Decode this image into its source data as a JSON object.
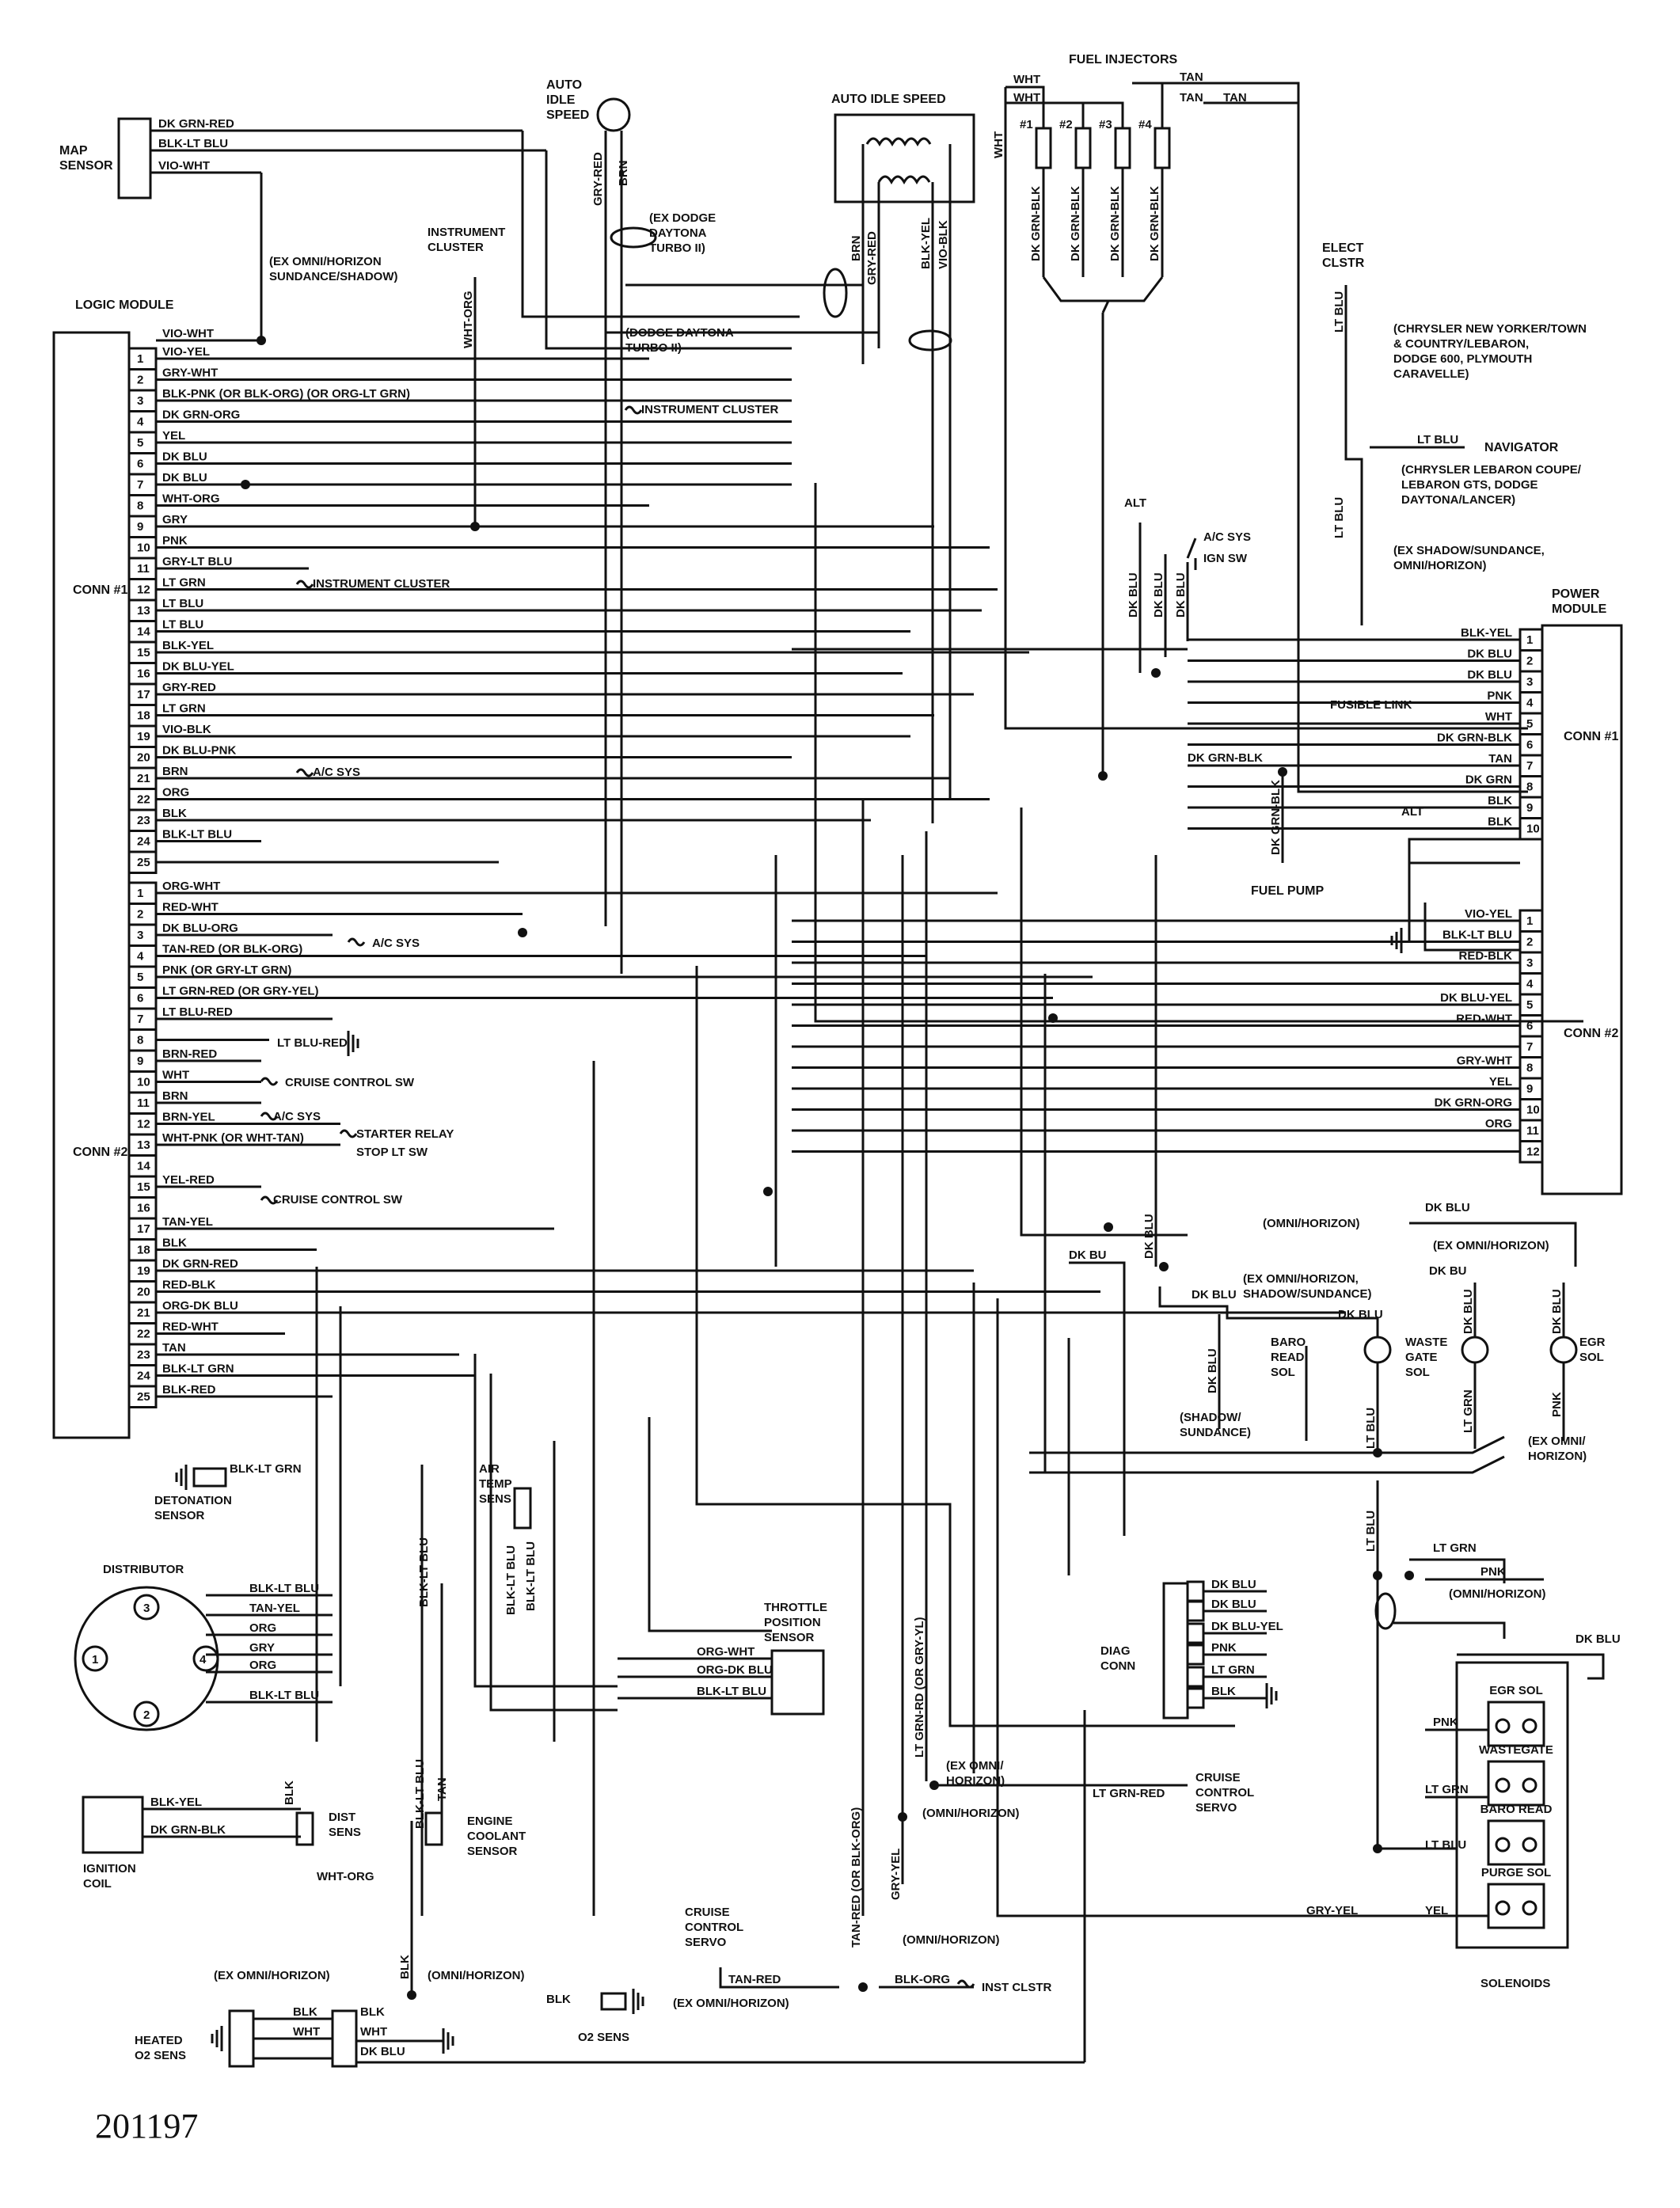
{
  "figure_number": "201197",
  "components": {
    "map_sensor": "MAP SENSOR",
    "logic_module": "LOGIC MODULE",
    "auto_idle_speed_top": "AUTO IDLE SPEED",
    "auto_idle_speed_box": "AUTO IDLE SPEED",
    "fuel_injectors": "FUEL INJECTORS",
    "elect_clstr": "ELECT CLSTR",
    "power_module": "POWER MODULE",
    "instrument_cluster": "INSTRUMENT CLUSTER",
    "detonation_sensor": "DETONATION SENSOR",
    "distributor": "DISTRIBUTOR",
    "ignition_coil": "IGNITION COIL",
    "heated_o2_sens": "HEATED O2 SENS",
    "o2_sens": "O2 SENS",
    "dist_sens": "DIST SENS",
    "engine_coolant_sensor": "ENGINE COOLANT SENSOR",
    "air_temp_sens": "AIR TEMP SENS",
    "throttle_position_sensor": "THROTTLE POSITION SENSOR",
    "cruise_control_servo_bottom": "CRUISE CONTROL SERVO",
    "cruise_control_servo_right": "CRUISE CONTROL SERVO",
    "diag_conn": "DIAG CONN",
    "solenoids": "SOLENOIDS",
    "baro_read_sol": "BARO READ SOL",
    "waste_gate_sol": "WASTE GATE SOL",
    "egr_sol_top": "EGR SOL",
    "fuel_pump": "FUEL PUMP",
    "fusible_link": "FUSIBLE LINK"
  },
  "connectors": {
    "lm_conn1": "CONN #1",
    "lm_conn2": "CONN #2",
    "pm_conn1": "CONN #1",
    "pm_conn2": "CONN #2"
  },
  "map_sensor_wires": [
    "DK GRN-RED",
    "BLK-LT BLU",
    "VIO-WHT"
  ],
  "logic_module_conn1": [
    {
      "pin": "1",
      "wire": "VIO-YEL",
      "note": ""
    },
    {
      "pin": "2",
      "wire": "GRY-WHT",
      "note": ""
    },
    {
      "pin": "3",
      "wire": "BLK-PNK (OR BLK-ORG) (OR ORG-LT GRN)",
      "note": ""
    },
    {
      "pin": "4",
      "wire": "DK GRN-ORG",
      "note": "INSTRUMENT CLUSTER"
    },
    {
      "pin": "5",
      "wire": "YEL",
      "note": ""
    },
    {
      "pin": "6",
      "wire": "DK BLU",
      "note": ""
    },
    {
      "pin": "7",
      "wire": "DK BLU",
      "note": ""
    },
    {
      "pin": "8",
      "wire": "WHT-ORG",
      "note": ""
    },
    {
      "pin": "9",
      "wire": "GRY",
      "note": ""
    },
    {
      "pin": "10",
      "wire": "PNK",
      "note": ""
    },
    {
      "pin": "11",
      "wire": "GRY-LT BLU",
      "note": "INSTRUMENT CLUSTER"
    },
    {
      "pin": "12",
      "wire": "LT GRN",
      "note": ""
    },
    {
      "pin": "13",
      "wire": "LT BLU",
      "note": ""
    },
    {
      "pin": "14",
      "wire": "LT BLU",
      "note": ""
    },
    {
      "pin": "15",
      "wire": "BLK-YEL",
      "note": ""
    },
    {
      "pin": "16",
      "wire": "DK BLU-YEL",
      "note": ""
    },
    {
      "pin": "17",
      "wire": "GRY-RED",
      "note": ""
    },
    {
      "pin": "18",
      "wire": "LT GRN",
      "note": ""
    },
    {
      "pin": "19",
      "wire": "VIO-BLK",
      "note": ""
    },
    {
      "pin": "20",
      "wire": "DK BLU-PNK",
      "note": "A/C SYS"
    },
    {
      "pin": "21",
      "wire": "BRN",
      "note": ""
    },
    {
      "pin": "22",
      "wire": "ORG",
      "note": ""
    },
    {
      "pin": "23",
      "wire": "BLK",
      "note": ""
    },
    {
      "pin": "24",
      "wire": "BLK-LT BLU",
      "note": ""
    },
    {
      "pin": "25",
      "wire": "",
      "note": ""
    }
  ],
  "logic_module_conn2": [
    {
      "pin": "1",
      "wire": "ORG-WHT",
      "note": ""
    },
    {
      "pin": "2",
      "wire": "RED-WHT",
      "note": ""
    },
    {
      "pin": "3",
      "wire": "DK BLU-ORG",
      "note": "A/C SYS"
    },
    {
      "pin": "4",
      "wire": "TAN-RED (OR BLK-ORG)",
      "note": ""
    },
    {
      "pin": "5",
      "wire": "PNK (OR GRY-LT GRN)",
      "note": ""
    },
    {
      "pin": "6",
      "wire": "LT GRN-RED (OR GRY-YEL)",
      "note": ""
    },
    {
      "pin": "7",
      "wire": "LT BLU-RED",
      "note": ""
    },
    {
      "pin": "8",
      "wire": "LT BLU-RED",
      "note": "LT BLU-RED"
    },
    {
      "pin": "9",
      "wire": "BRN-RED",
      "note": ""
    },
    {
      "pin": "10",
      "wire": "WHT",
      "note": "CRUISE CONTROL SW"
    },
    {
      "pin": "11",
      "wire": "BRN",
      "note": "A/C SYS"
    },
    {
      "pin": "12",
      "wire": "BRN-YEL",
      "note": "STARTER RELAY"
    },
    {
      "pin": "13",
      "wire": "WHT-PNK (OR WHT-TAN)",
      "note": "STOP LT SW"
    },
    {
      "pin": "14",
      "wire": "",
      "note": ""
    },
    {
      "pin": "15",
      "wire": "YEL-RED",
      "note": "CRUISE CONTROL SW"
    },
    {
      "pin": "16",
      "wire": "",
      "note": ""
    },
    {
      "pin": "17",
      "wire": "TAN-YEL",
      "note": ""
    },
    {
      "pin": "18",
      "wire": "BLK",
      "note": ""
    },
    {
      "pin": "19",
      "wire": "DK GRN-RED",
      "note": ""
    },
    {
      "pin": "20",
      "wire": "RED-BLK",
      "note": ""
    },
    {
      "pin": "21",
      "wire": "ORG-DK BLU",
      "note": ""
    },
    {
      "pin": "22",
      "wire": "RED-WHT",
      "note": ""
    },
    {
      "pin": "23",
      "wire": "TAN",
      "note": ""
    },
    {
      "pin": "24",
      "wire": "BLK-LT GRN",
      "note": ""
    },
    {
      "pin": "25",
      "wire": "BLK-RED",
      "note": ""
    }
  ],
  "power_module_conn1": [
    {
      "pin": "1",
      "wire": "BLK-YEL"
    },
    {
      "pin": "2",
      "wire": "DK BLU"
    },
    {
      "pin": "3",
      "wire": "DK BLU"
    },
    {
      "pin": "4",
      "wire": "PNK"
    },
    {
      "pin": "5",
      "wire": "WHT"
    },
    {
      "pin": "6",
      "wire": "DK GRN-BLK"
    },
    {
      "pin": "7",
      "wire": "TAN"
    },
    {
      "pin": "8",
      "wire": "DK GRN"
    },
    {
      "pin": "9",
      "wire": "BLK"
    },
    {
      "pin": "10",
      "wire": "BLK"
    }
  ],
  "power_module_conn2": [
    {
      "pin": "1",
      "wire": "VIO-YEL"
    },
    {
      "pin": "2",
      "wire": "BLK-LT BLU"
    },
    {
      "pin": "3",
      "wire": "RED-BLK"
    },
    {
      "pin": "4",
      "wire": ""
    },
    {
      "pin": "5",
      "wire": "DK BLU-YEL"
    },
    {
      "pin": "6",
      "wire": "RED-WHT"
    },
    {
      "pin": "7",
      "wire": ""
    },
    {
      "pin": "8",
      "wire": "GRY-WHT"
    },
    {
      "pin": "9",
      "wire": "YEL"
    },
    {
      "pin": "10",
      "wire": "DK GRN-ORG"
    },
    {
      "pin": "11",
      "wire": "ORG"
    },
    {
      "pin": "12",
      "wire": ""
    }
  ],
  "injectors": {
    "numbers": [
      "#1",
      "#2",
      "#3",
      "#4"
    ],
    "wires": [
      "DK GRN-BLK",
      "DK GRN-BLK",
      "DK GRN-BLK",
      "DK GRN-BLK"
    ],
    "wht1": "WHT",
    "wht2": "WHT",
    "wht3": "WHT",
    "tan1": "TAN",
    "tan2": "TAN",
    "tan3": "TAN"
  },
  "aux_wires": {
    "gry_red": "GRY-RED",
    "brn": "BRN",
    "brn2": "BRN",
    "gry_red2": "GRY-RED",
    "blk_yel": "BLK-YEL",
    "vio_blk": "VIO-BLK",
    "wht_org": "WHT-ORG",
    "alt": "ALT",
    "ac_sys": "A/C SYS",
    "ign_sw": "IGN SW",
    "dk_blu_1": "DK BLU",
    "dk_blu_2": "DK BLU",
    "dk_blu_3": "DK BLU",
    "dk_grn_blk": "DK GRN-BLK",
    "dk_grn_blk_v": "DK GRN-BLK",
    "alt2": "ALT",
    "lt_blu_1": "LT BLU",
    "lt_blu_nav": "LT BLU",
    "lt_blu_2": "LT BLU",
    "lt_blu_red": "LT BLU-RED",
    "dk_blu_v": "DK BLU",
    "dk_bu": "DK BU",
    "dk_blu_a": "DK BLU",
    "dk_bu2": "DK BU",
    "dk_blu_b": "DK BLU",
    "dk_blu_c": "DK BLU",
    "dk_blu_v2": "DK BLU",
    "dk_blu_v3": "DK BLU",
    "dk_blu_v4": "DK BLU",
    "lt_blu_v": "LT BLU",
    "lt_grn_v": "LT GRN",
    "pnk_v": "PNK",
    "lt_blu_v2": "LT BLU",
    "lt_grn_r": "LT GRN",
    "pnk_r": "PNK",
    "dk_blu_sol": "DK BLU",
    "pnk_sol": "PNK",
    "lt_grn_sol": "LT GRN",
    "lt_blu_sol": "LT BLU",
    "gry_yel": "GRY-YEL",
    "yel": "YEL",
    "blk_lt_grn_det": "BLK-LT GRN",
    "blk_lt_blu_1": "BLK-LT BLU",
    "tan_yel": "TAN-YEL",
    "org_1": "ORG",
    "gry": "GRY",
    "org_2": "ORG",
    "blk_lt_blu_2": "BLK-LT BLU",
    "blk_yel_coil": "BLK-YEL",
    "dk_grn_blk_coil": "DK GRN-BLK",
    "blk_dist": "BLK",
    "wht_org_dist": "WHT-ORG",
    "blk_lt_blu_v": "BLK-LT BLU",
    "blk_lt_blu_v2": "BLK-LT BLU",
    "tan_v": "TAN",
    "blk_lt_blu_air": "BLK-LT BLU",
    "blk_lt_blu_air2": "BLK-LT BLU",
    "org_wht_tps": "ORG-WHT",
    "org_dk_blu_tps": "ORG-DK BLU",
    "blk_lt_blu_tps": "BLK-LT BLU",
    "tan_red_v": "TAN-RED (OR BLK-ORG)",
    "gry_yel_v": "GRY-YEL",
    "lt_grn_red_v": "LT GRN-RD (OR GRY-YL)",
    "lt_grn_red": "LT GRN-RED",
    "tan_red": "TAN-RED",
    "blk_org": "BLK-ORG",
    "inst_clstr": "INST CLSTR",
    "blk_o2": "BLK",
    "blk_h1": "BLK",
    "blk_h2": "BLK",
    "wht_h1": "WHT",
    "wht_h2": "WHT",
    "dk_blu_h": "DK BLU",
    "blk_o2b": "BLK",
    "diag_wires": [
      "DK BLU",
      "DK BLU",
      "DK BLU-YEL",
      "PNK",
      "LT GRN",
      "BLK"
    ]
  },
  "notes": {
    "ex_dodge_daytona": "(EX DODGE DAYTONA TURBO II)",
    "dodge_daytona": "(DODGE DAYTONA TURBO II)",
    "ex_omni_sundance": "(EX OMNI/HORIZON SUNDANCE/SHADOW)",
    "instrument_cluster_top": "INSTRUMENT CLUSTER",
    "chrysler_ny": "(CHRYSLER NEW YORKER/TOWN & COUNTRY/LEBARON, DODGE 600, PLYMOUTH CARAVELLE)",
    "navigator": "NAVIGATOR",
    "chrysler_lebaron": "(CHRYSLER LEBARON COUPE/ LEBARON GTS, DODGE DAYTONA/LANCER)",
    "ex_shadow": "(EX SHADOW/SUNDANCE, OMNI/HORIZON)",
    "omni_horizon_1": "(OMNI/HORIZON)",
    "ex_omni_horizon_1": "(EX OMNI/HORIZON)",
    "ex_omni_shadow": "(EX OMNI/HORIZON, SHADOW/SUNDANCE)",
    "shadow_sundance": "(SHADOW/ SUNDANCE)",
    "ex_omni_horizon_2": "(EX OMNI/ HORIZON)",
    "omni_horizon_2": "(OMNI/HORIZON)",
    "ex_omni_horizon_3": "(EX OMNI/ HORIZON)",
    "omni_horizon_3": "(OMNI/HORIZON)",
    "ex_omni_horizon_4": "(EX OMNI/HORIZON)",
    "omni_horizon_4": "(OMNI/HORIZON)",
    "ex_omni_horizon_5": "(EX OMNI/HORIZON)",
    "omni_horizon_5": "(OMNI/HORIZON)",
    "ex_omni_horizon_6": "(EX OMNI/HORIZON)"
  },
  "solenoid_labels": [
    "EGR SOL",
    "WASTEGATE",
    "BARO READ",
    "PURGE SOL"
  ],
  "distributor_terminals": [
    "1",
    "2",
    "3",
    "4"
  ],
  "cruise_control_sw": "CRUISE CONTROL SW"
}
